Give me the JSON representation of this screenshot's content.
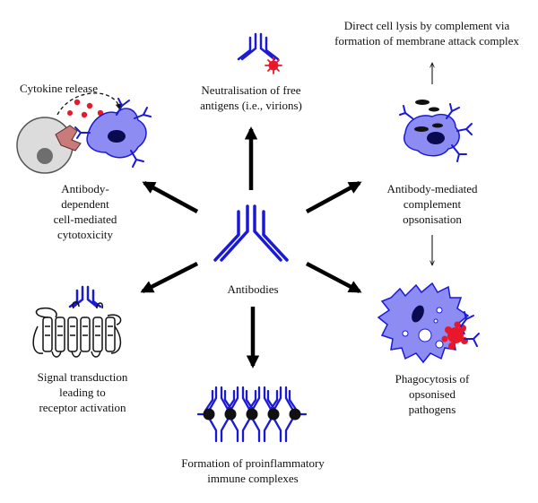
{
  "colors": {
    "antibody": "#1a1ad6",
    "cell_fill": "#8c8cf2",
    "cell_stroke": "#1a1ad6",
    "nucleus": "#0a0a50",
    "antigen_red": "#e8182a",
    "nk_cell_fill": "#dcdcdc",
    "nk_nucleus": "#6e6e6e",
    "receptor_pink": "#c97b7b",
    "arrow": "#000000"
  },
  "icons": {
    "center": "antibody-icon",
    "neutralisation": "antibody-with-virion-icon",
    "adcc": "nk-cell-and-target-cell-icon",
    "opsonisation": "complement-opsonised-cell-icon",
    "phagocytosis": "macrophage-icon",
    "signal": "transmembrane-receptor-icon",
    "complexes": "immune-complex-lattice-icon"
  },
  "labels": {
    "center": "Antibodies",
    "neutralisation": "Neutralisation of free\nantigens (i.e., virions)",
    "lysis": "Direct cell lysis by complement via\nformation of membrane attack complex",
    "cytokine": "Cytokine release",
    "adcc": "Antibody-\ndependent\ncell-mediated\ncytotoxicity",
    "opsonisation": "Antibody-mediated\ncomplement\nopsonisation",
    "signal": "Signal transduction\nleading to\nreceptor activation",
    "phagocytosis": "Phagocytosis of\nopsonised\npathogens",
    "complexes": "Formation of proinflammatory\nimmune complexes"
  }
}
